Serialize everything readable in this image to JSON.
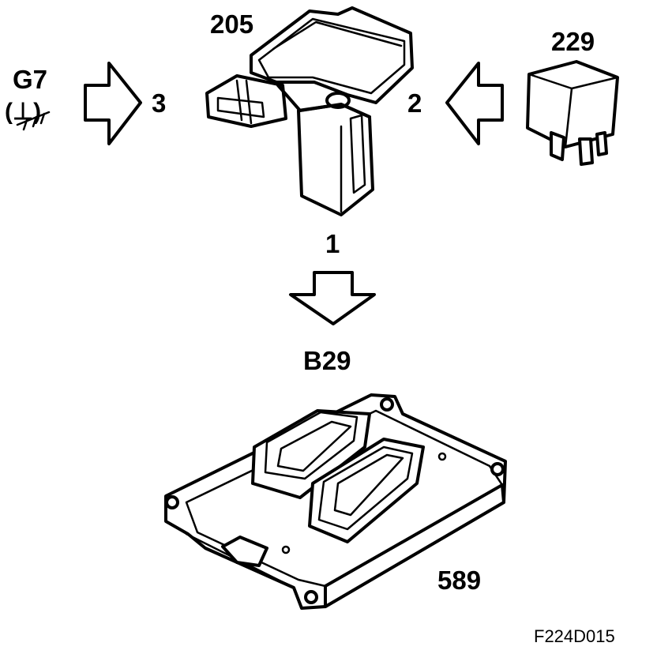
{
  "labels": {
    "sensor": "205",
    "relay": "229",
    "ground": "G7",
    "ground_symbol": "(⊥)",
    "pin3": "3",
    "pin2": "2",
    "pin1": "1",
    "ecu_connector": "B29",
    "ecu": "589",
    "figure_ref": "F224D015"
  },
  "icons": {
    "left_arrow": "arrow-right-icon",
    "right_arrow": "arrow-left-icon",
    "down_arrow": "arrow-down-icon",
    "ground_symbol": "ground-icon"
  },
  "colors": {
    "line": "#000000",
    "background": "#ffffff"
  }
}
